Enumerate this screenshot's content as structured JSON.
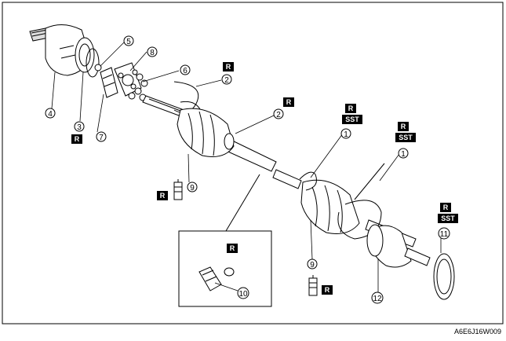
{
  "callouts": {
    "c1a": "1",
    "c1b": "1",
    "c2a": "2",
    "c2b": "2",
    "c3": "3",
    "c4": "4",
    "c5": "5",
    "c6": "6",
    "c7": "7",
    "c8": "8",
    "c9a": "9",
    "c9b": "9",
    "c10": "10",
    "c11": "11",
    "c12": "12"
  },
  "badges": {
    "r": "R",
    "sst": "SST"
  },
  "reference": "A6E6J16W009"
}
